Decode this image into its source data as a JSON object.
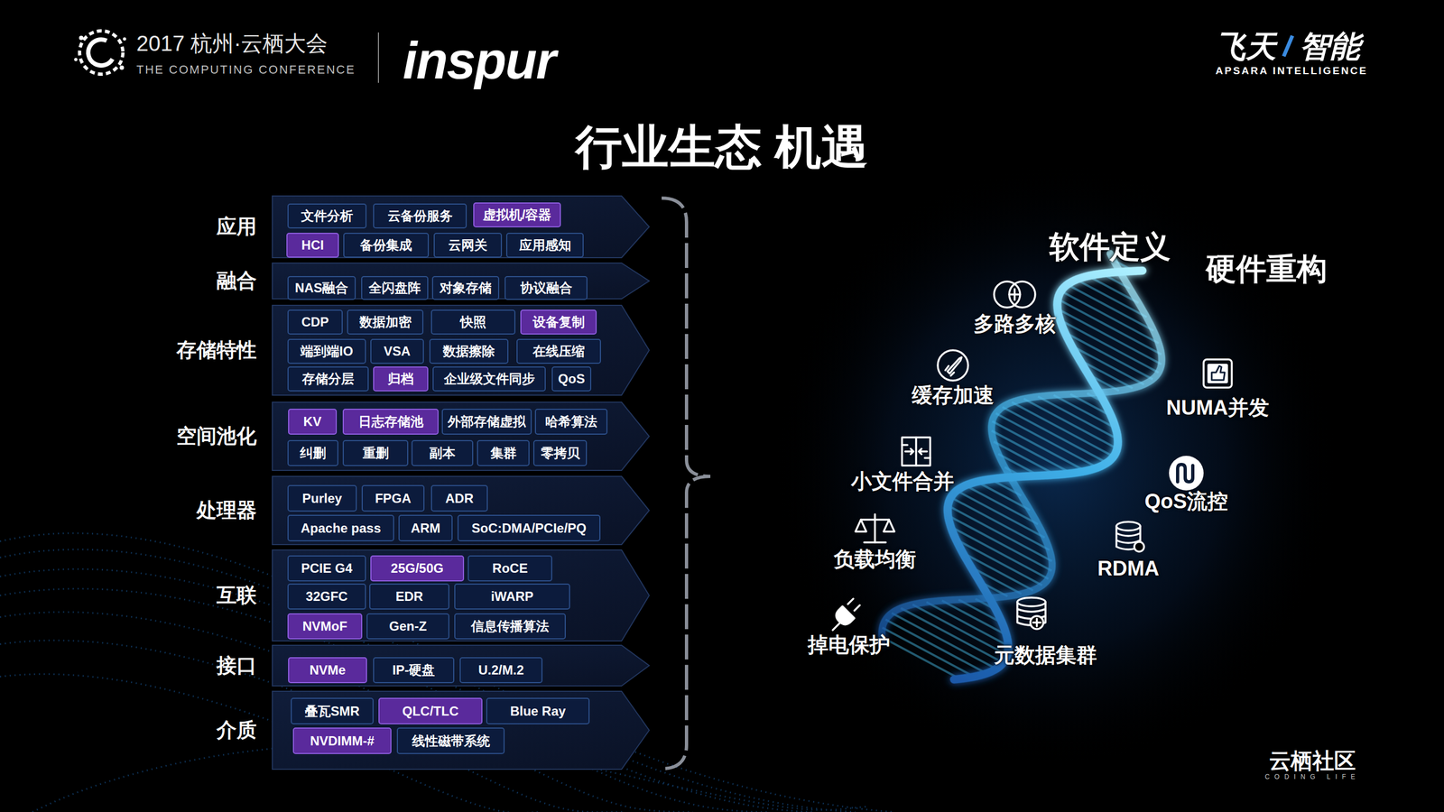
{
  "diagram": {
    "title": "行业生态 机遇",
    "nodes": [
      {
        "text": [
          "应用"
        ]
      },
      {
        "text": [
          "文件分析"
        ],
        "in": 0
      },
      {
        "text": [
          "云备份服务"
        ],
        "in": 0
      },
      {
        "text": [
          "虚拟机/容器"
        ],
        "in": 0
      },
      {
        "text": [
          "HCI"
        ],
        "in": 0
      },
      {
        "text": [
          "备份集成"
        ],
        "in": 0
      },
      {
        "text": [
          "云网关"
        ],
        "in": 0
      },
      {
        "text": [
          "应用感知"
        ],
        "in": 0
      },
      {
        "text": [
          "融合"
        ]
      },
      {
        "text": [
          "NAS融合"
        ],
        "in": 8
      },
      {
        "text": [
          "全闪盘阵"
        ],
        "in": 8
      },
      {
        "text": [
          "对象存储"
        ],
        "in": 8
      },
      {
        "text": [
          "协议融合"
        ],
        "in": 8
      },
      {
        "text": [
          "存储特性"
        ]
      },
      {
        "text": [
          "CDP"
        ],
        "in": 13
      },
      {
        "text": [
          "数据加密"
        ],
        "in": 13
      },
      {
        "text": [
          "快照"
        ],
        "in": 13
      },
      {
        "text": [
          "设备复制"
        ],
        "in": 13
      },
      {
        "text": [
          "端到端IO"
        ],
        "in": 13
      },
      {
        "text": [
          "VSA"
        ],
        "in": 13
      },
      {
        "text": [
          "数据擦除"
        ],
        "in": 13
      },
      {
        "text": [
          "在线压缩"
        ],
        "in": 13
      },
      {
        "text": [
          "存储分层"
        ],
        "in": 13
      },
      {
        "text": [
          "归档"
        ],
        "in": 13
      },
      {
        "text": [
          "企业级文件同步"
        ],
        "in": 13
      },
      {
        "text": [
          "QoS"
        ],
        "in": 13
      },
      {
        "text": [
          "空间池化"
        ]
      },
      {
        "text": [
          "KV"
        ],
        "in": 26
      },
      {
        "text": [
          "日志存储池"
        ],
        "in": 26
      },
      {
        "text": [
          "外部存储虚拟"
        ],
        "in": 26
      },
      {
        "text": [
          "哈希算法"
        ],
        "in": 26
      },
      {
        "text": [
          "纠删"
        ],
        "in": 26
      },
      {
        "text": [
          "重删"
        ],
        "in": 26
      },
      {
        "text": [
          "副本"
        ],
        "in": 26
      },
      {
        "text": [
          "集群"
        ],
        "in": 26
      },
      {
        "text": [
          "零拷贝"
        ],
        "in": 26
      },
      {
        "text": [
          "处理器"
        ]
      },
      {
        "text": [
          "Purley"
        ],
        "in": 36
      },
      {
        "text": [
          "FPGA"
        ],
        "in": 36
      },
      {
        "text": [
          "ADR"
        ],
        "in": 36
      },
      {
        "text": [
          "Apache pass"
        ],
        "in": 36
      },
      {
        "text": [
          "ARM"
        ],
        "in": 36
      },
      {
        "text": [
          "SoC:DMA/PCIe/PQ"
        ],
        "in": 36
      },
      {
        "text": [
          "互联"
        ]
      },
      {
        "text": [
          "PCIE G4"
        ],
        "in": 43
      },
      {
        "text": [
          "25G/50G"
        ],
        "in": 43
      },
      {
        "text": [
          "RoCE"
        ],
        "in": 43
      },
      {
        "text": [
          "32GFC"
        ],
        "in": 43
      },
      {
        "text": [
          "EDR"
        ],
        "in": 43
      },
      {
        "text": [
          "iWARP"
        ],
        "in": 43
      },
      {
        "text": [
          "NVMoF"
        ],
        "in": 43
      },
      {
        "text": [
          "Gen-Z"
        ],
        "in": 43
      },
      {
        "text": [
          "信息传播算法"
        ],
        "in": 43
      },
      {
        "text": [
          "接口"
        ]
      },
      {
        "text": [
          "NVMe"
        ],
        "in": 53
      },
      {
        "text": [
          "IP-硬盘"
        ],
        "in": 53
      },
      {
        "text": [
          "U.2/M.2"
        ],
        "in": 53
      },
      {
        "text": [
          "介质"
        ]
      },
      {
        "text": [
          "叠瓦SMR"
        ],
        "in": 57
      },
      {
        "text": [
          "QLC/TLC"
        ],
        "in": 57
      },
      {
        "text": [
          "Blue Ray"
        ],
        "in": 57
      },
      {
        "text": [
          "NVDIMM-#"
        ],
        "in": 57
      },
      {
        "text": [
          "线性磁带系统"
        ],
        "in": 57
      }
    ],
    "labels": [
      "2017 杭州·云栖大会",
      "THE COMPUTING CONFERENCE",
      "inspur",
      "飞天",
      "智能",
      "APSARA INTELLIGENCE",
      "软件定义",
      "硬件重构",
      "多路多核",
      "缓存加速",
      "NUMA并发",
      "小文件合并",
      "QoS流控",
      "负载均衡",
      "RDMA",
      "掉电保护",
      "元数据集群",
      "云栖社区",
      "CODING LIFE"
    ]
  }
}
